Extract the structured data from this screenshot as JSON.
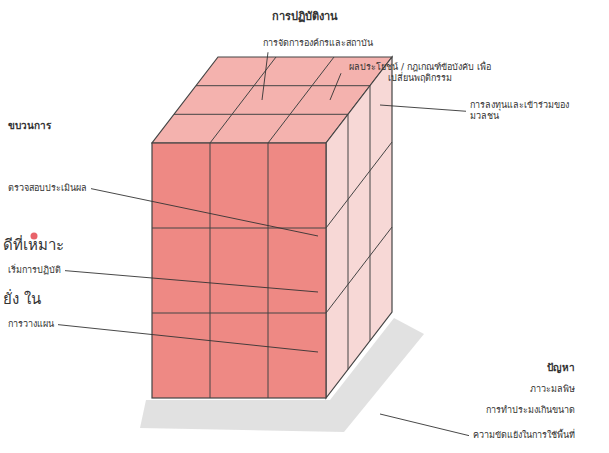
{
  "diagram": {
    "labels": [
      "การปฏิบัติงาน",
      "การจัดการองค์กรและสถาบัน",
      "ผลประโยชน์ / กฎเกณฑ์ข้อบังคับ เพื่อเปลี่ยนพฤติกรรม",
      "การลงทุนและเข้าร่วมของ มวลชน",
      "ขบวนการ",
      "ตรวจสอบประเมินผล",
      "เริ่มการปฏิบัติ",
      "การวางแผน",
      "ดีที่เหมาะ",
      "ยั่ง ใน",
      "ปัญหา",
      "ภาวะมลพิษ",
      "การทำประมงเกินขนาด",
      "ความขัดแย้งในการใช้พื้นที่"
    ]
  }
}
